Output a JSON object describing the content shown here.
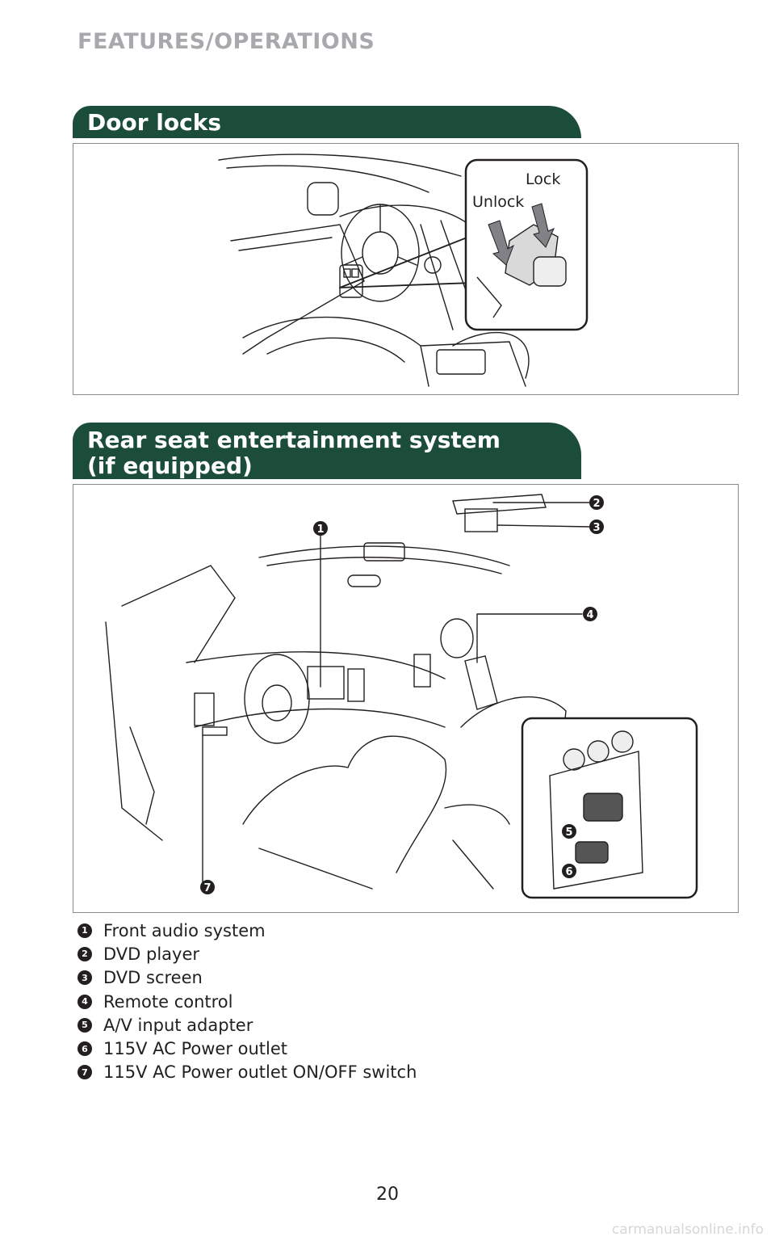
{
  "header": {
    "section_title": "FEATURES/OPERATIONS"
  },
  "door_locks": {
    "title": "Door locks",
    "illustration": {
      "lock_label": "Lock",
      "unlock_label": "Unlock"
    }
  },
  "rear_entertainment": {
    "title_line1": "Rear seat entertainment system",
    "title_line2": "(if equipped)",
    "callouts": [
      "1",
      "2",
      "3",
      "4",
      "5",
      "6",
      "7"
    ],
    "legend": [
      {
        "num": "1",
        "label": "Front audio system"
      },
      {
        "num": "2",
        "label": "DVD player"
      },
      {
        "num": "3",
        "label": "DVD screen"
      },
      {
        "num": "4",
        "label": "Remote control"
      },
      {
        "num": "5",
        "label": "A/V input adapter"
      },
      {
        "num": "6",
        "label": "115V AC Power outlet"
      },
      {
        "num": "7",
        "label": "115V AC Power outlet ON/OFF switch"
      }
    ]
  },
  "footer": {
    "page_number": "20",
    "watermark": "carmanualsonline.info"
  }
}
